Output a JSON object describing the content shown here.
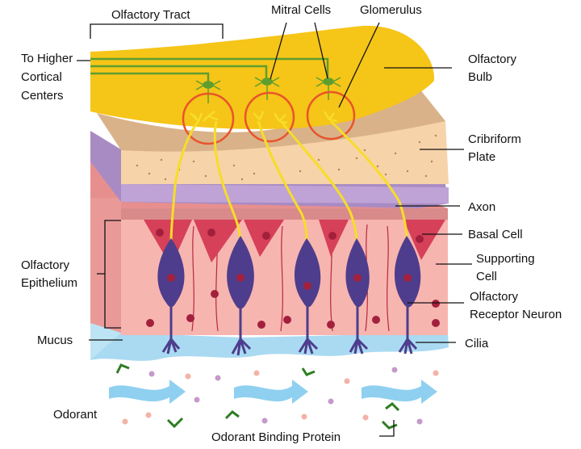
{
  "labels": {
    "olfactory_tract": "Olfactory Tract",
    "mitral_cells": "Mitral Cells",
    "glomerulus": "Glomerulus",
    "higher_1": "To Higher",
    "higher_2": "Cortical",
    "higher_3": "Centers",
    "bulb_1": "Olfactory",
    "bulb_2": "Bulb",
    "cribriform_1": "Cribriform",
    "cribriform_2": "Plate",
    "axon": "Axon",
    "basal_cell": "Basal Cell",
    "supporting_1": "Supporting",
    "supporting_2": "Cell",
    "epithelium_1": "Olfactory",
    "epithelium_2": "Epithelium",
    "receptor_1": "Olfactory",
    "receptor_2": "Receptor Neuron",
    "mucus": "Mucus",
    "cilia": "Cilia",
    "odorant": "Odorant",
    "binding_protein": "Odorant Binding Protein"
  },
  "colors": {
    "bulb": "#F5C518",
    "bulb_shadow": "#D9B28A",
    "cribriform": "#F6D3A8",
    "membrane": "#A98BC4",
    "epithelium": "#F7B5B0",
    "epithelium_side": "#E99A98",
    "neuron": "#4E3D8C",
    "basal": "#D64058",
    "nucleus": "#A3203D",
    "mucus": "#A9DAF2",
    "axon": "#F7DD28",
    "mitral": "#5E9E2E",
    "glomerulus_ring": "#E8542A",
    "arrow": "#8FD0F0"
  }
}
